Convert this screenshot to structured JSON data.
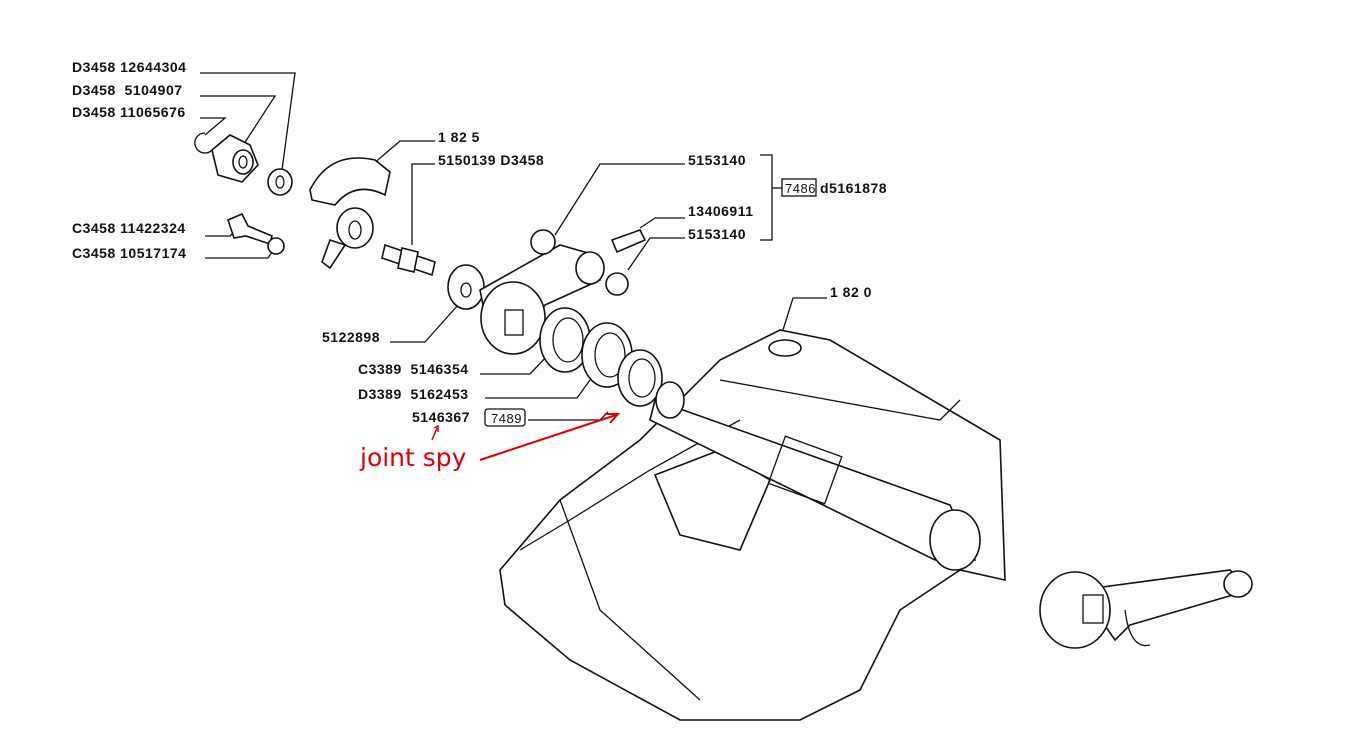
{
  "labels": {
    "d3458_12644304": "D3458 12644304",
    "d3458_5104907": "D3458  5104907",
    "d3458_11065676": "D3458 11065676",
    "c3458_11422324": "C3458 11422324",
    "c3458_10517174": "C3458 10517174",
    "ref_1825": "1 82 5",
    "p5150139": "5150139 D3458",
    "p5153140_top": "5153140",
    "p13406911": "13406911",
    "p5153140_bottom": "5153140",
    "box_7486": "7486",
    "d5161878": "d5161878",
    "ref_1820": "1 82 0",
    "p5122898": "5122898",
    "c3389_5146354": "C3389  5146354",
    "d3389_5162453": "D3389  5162453",
    "p5146367": "5146367",
    "box_7489": "7489"
  },
  "annotation": {
    "text": "joint spy",
    "color": "#e00000"
  }
}
